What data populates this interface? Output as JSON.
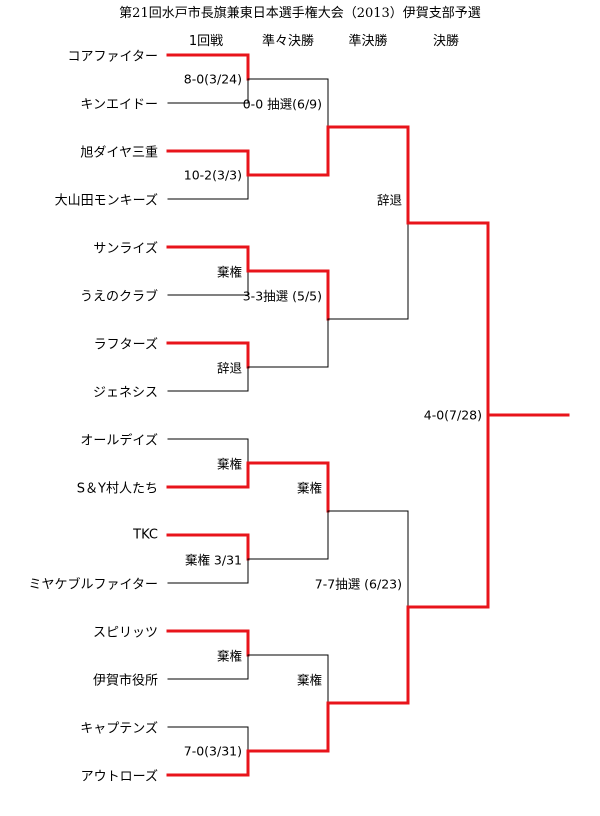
{
  "title": "第21回水戸市長旗兼東日本選手権大会（2013）伊賀支部予選",
  "rounds": [
    "1回戦",
    "準々決勝",
    "準決勝",
    "決勝"
  ],
  "colors": {
    "winner_line": "#e8141b",
    "loser_line": "#000000"
  },
  "teams": [
    "コアファイター",
    "キンエイドー",
    "旭ダイヤ三重",
    "大山田モンキーズ",
    "サンライズ",
    "うえのクラブ",
    "ラフターズ",
    "ジェネシス",
    "オールデイズ",
    "S＆Y村人たち",
    "TKC",
    "ミヤケブルファイター",
    "スピリッツ",
    "伊賀市役所",
    "キャプテンズ",
    "アウトローズ"
  ],
  "winners": {
    "r1": [
      0,
      0,
      0,
      0,
      1,
      0,
      0,
      1
    ],
    "r2": [
      1,
      0,
      0,
      1
    ],
    "r3": [
      0,
      1
    ],
    "final": 0
  },
  "results": {
    "r1": [
      "8-0(3/24)",
      "10-2(3/3)",
      "棄権",
      "辞退",
      "棄権",
      "棄権 3/31",
      "棄権",
      "7-0(3/31)"
    ],
    "r2": [
      "0-0 抽選(6/9)",
      "3-3抽選 (5/5)",
      "棄権",
      "棄権"
    ],
    "r3": [
      "辞退",
      "7-7抽選 (6/23)"
    ],
    "final": "4-0(7/28)"
  }
}
